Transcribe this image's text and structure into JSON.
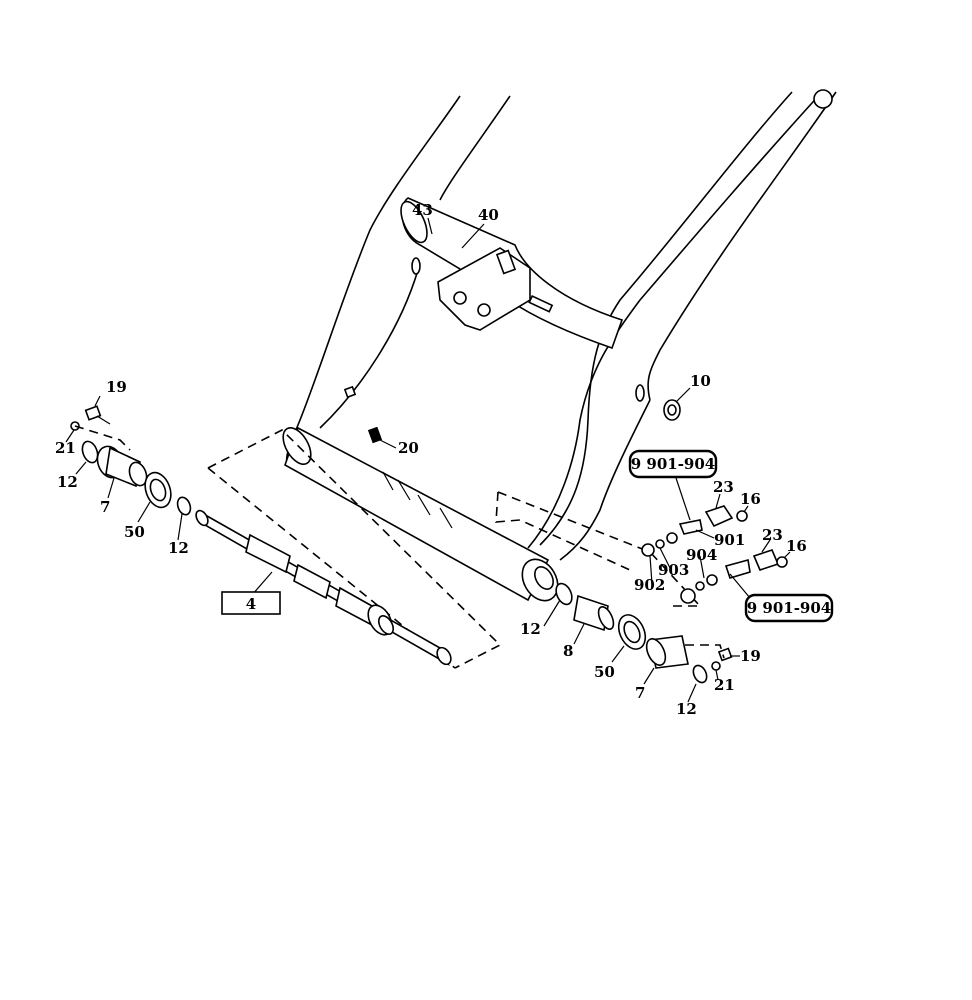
{
  "callouts": {
    "c43": "43",
    "c40": "40",
    "c10": "10",
    "c20": "20",
    "c19a": "19",
    "c21a": "21",
    "c12a": "12",
    "c7a": "7",
    "c50a": "50",
    "c12b": "12",
    "c4": "4",
    "c23a": "23",
    "c16a": "16",
    "c901": "901",
    "c23b": "23",
    "c16b": "16",
    "c904": "904",
    "c903": "903",
    "c902": "902",
    "c12c": "12",
    "c8": "8",
    "c50b": "50",
    "c7b": "7",
    "c19b": "19",
    "c21b": "21",
    "c12d": "12"
  },
  "kits": {
    "kit_top": "9 901-904",
    "kit_bottom": "9 901-904"
  }
}
